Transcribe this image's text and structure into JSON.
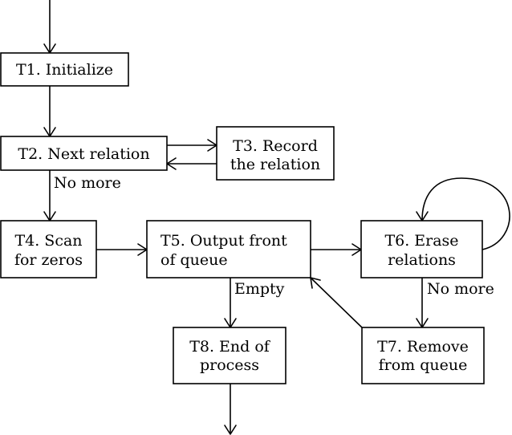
{
  "nodes": {
    "t1": {
      "lines": [
        "T1. Initialize"
      ]
    },
    "t2": {
      "lines": [
        "T2. Next relation"
      ]
    },
    "t3": {
      "lines": [
        "T3. Record",
        "the relation"
      ]
    },
    "t4": {
      "lines": [
        "T4. Scan",
        "for zeros"
      ]
    },
    "t5": {
      "lines": [
        "T5. Output front",
        "of queue"
      ]
    },
    "t6": {
      "lines": [
        "T6. Erase",
        "relations"
      ]
    },
    "t7": {
      "lines": [
        "T7. Remove",
        "from queue"
      ]
    },
    "t8": {
      "lines": [
        "T8. End of",
        "process"
      ]
    }
  },
  "edge_labels": {
    "t2_to_t4": "No more",
    "t5_to_t8": "Empty",
    "t6_to_t7": "No more"
  }
}
